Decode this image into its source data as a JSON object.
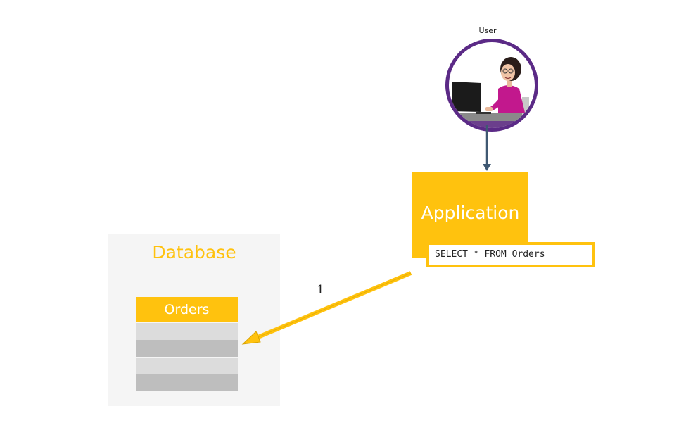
{
  "user": {
    "label": "User",
    "icon": "person-at-computer-icon"
  },
  "application": {
    "label": "Application"
  },
  "query": {
    "text": "SELECT * FROM Orders"
  },
  "database": {
    "label": "Database",
    "table": {
      "name": "Orders",
      "row_count": 4
    }
  },
  "steps": [
    {
      "label": "1"
    }
  ],
  "colors": {
    "accent": "#ffc20e",
    "avatar_ring": "#5b2a86",
    "connector": "#3f5872",
    "panel": "#f5f5f5"
  }
}
